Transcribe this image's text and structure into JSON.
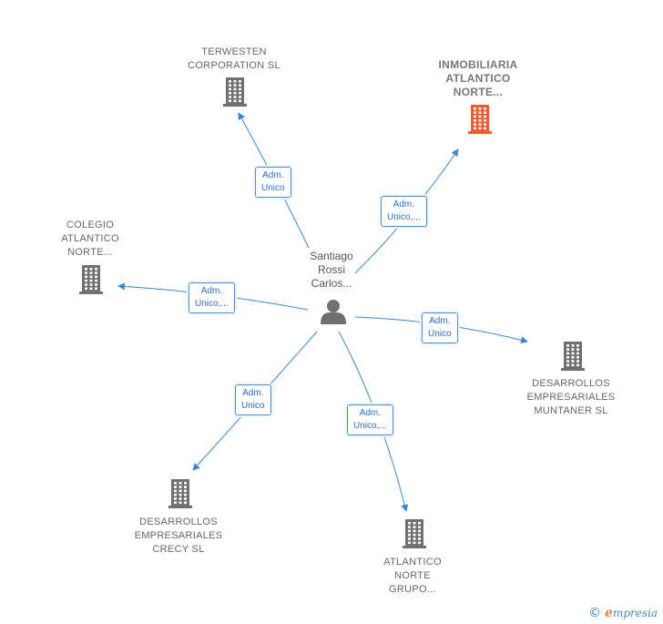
{
  "center": {
    "label_lines": [
      "Santiago",
      "Rossi",
      "Carlos..."
    ],
    "icon": "person-icon"
  },
  "nodes": [
    {
      "id": "terwesten",
      "label_lines": [
        "TERWESTEN",
        "CORPORATION SL"
      ],
      "icon": "building-icon",
      "highlight": false
    },
    {
      "id": "inmobiliaria",
      "label_lines": [
        "INMOBILIARIA",
        "ATLANTICO",
        "NORTE..."
      ],
      "icon": "building-icon",
      "highlight": true
    },
    {
      "id": "colegio",
      "label_lines": [
        "COLEGIO",
        "ATLANTICO",
        "NORTE..."
      ],
      "icon": "building-icon",
      "highlight": false
    },
    {
      "id": "muntaner",
      "label_lines": [
        "DESARROLLOS",
        "EMPRESARIALES",
        "MUNTANER SL"
      ],
      "icon": "building-icon",
      "highlight": false
    },
    {
      "id": "crecy",
      "label_lines": [
        "DESARROLLOS",
        "EMPRESARIALES",
        "CRECY SL"
      ],
      "icon": "building-icon",
      "highlight": false
    },
    {
      "id": "grupo",
      "label_lines": [
        "ATLANTICO",
        "NORTE",
        "GRUPO..."
      ],
      "icon": "building-icon",
      "highlight": false
    }
  ],
  "edges": [
    {
      "to": "terwesten",
      "label_lines": [
        "Adm.",
        "Unico"
      ]
    },
    {
      "to": "inmobiliaria",
      "label_lines": [
        "Adm.",
        "Unico,..."
      ]
    },
    {
      "to": "colegio",
      "label_lines": [
        "Adm.",
        "Unico,..."
      ]
    },
    {
      "to": "muntaner",
      "label_lines": [
        "Adm.",
        "Unico"
      ]
    },
    {
      "to": "crecy",
      "label_lines": [
        "Adm.",
        "Unico"
      ]
    },
    {
      "to": "grupo",
      "label_lines": [
        "Adm.",
        "Unico,..."
      ]
    }
  ],
  "colors": {
    "edge": "#3a87d6",
    "building": "#6f6f6f",
    "building_highlight": "#ee5a2a",
    "person": "#6f6f6f"
  },
  "watermark": {
    "symbol": "©",
    "e": "e",
    "brand": "mpresia"
  }
}
